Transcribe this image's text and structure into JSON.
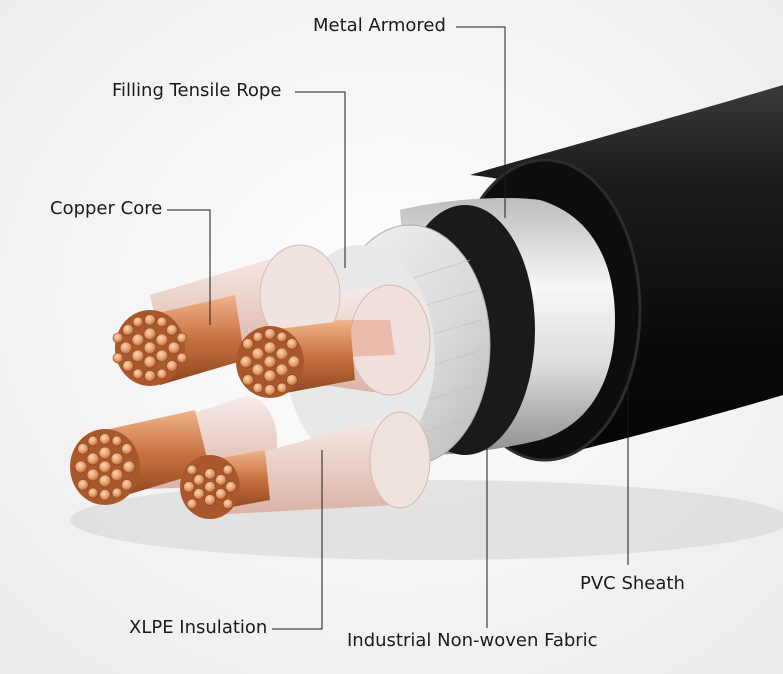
{
  "labels": {
    "metal_armored": "Metal Armored",
    "filling_tensile_rope": "Filling Tensile Rope",
    "copper_core": "Copper Core",
    "pvc_sheath": "PVC Sheath",
    "xlpe_insulation": "XLPE Insulation",
    "industrial_non_woven_fabric": "Industrial Non-woven Fabric"
  },
  "colors": {
    "sheath": "#111111",
    "armor": "#d8d8d8",
    "fabric": "#eeeeee",
    "insulation": "#f3e6e2",
    "copper": "#d9895a",
    "leader_line": "#1a1a1a",
    "text": "#1a1a1a"
  }
}
